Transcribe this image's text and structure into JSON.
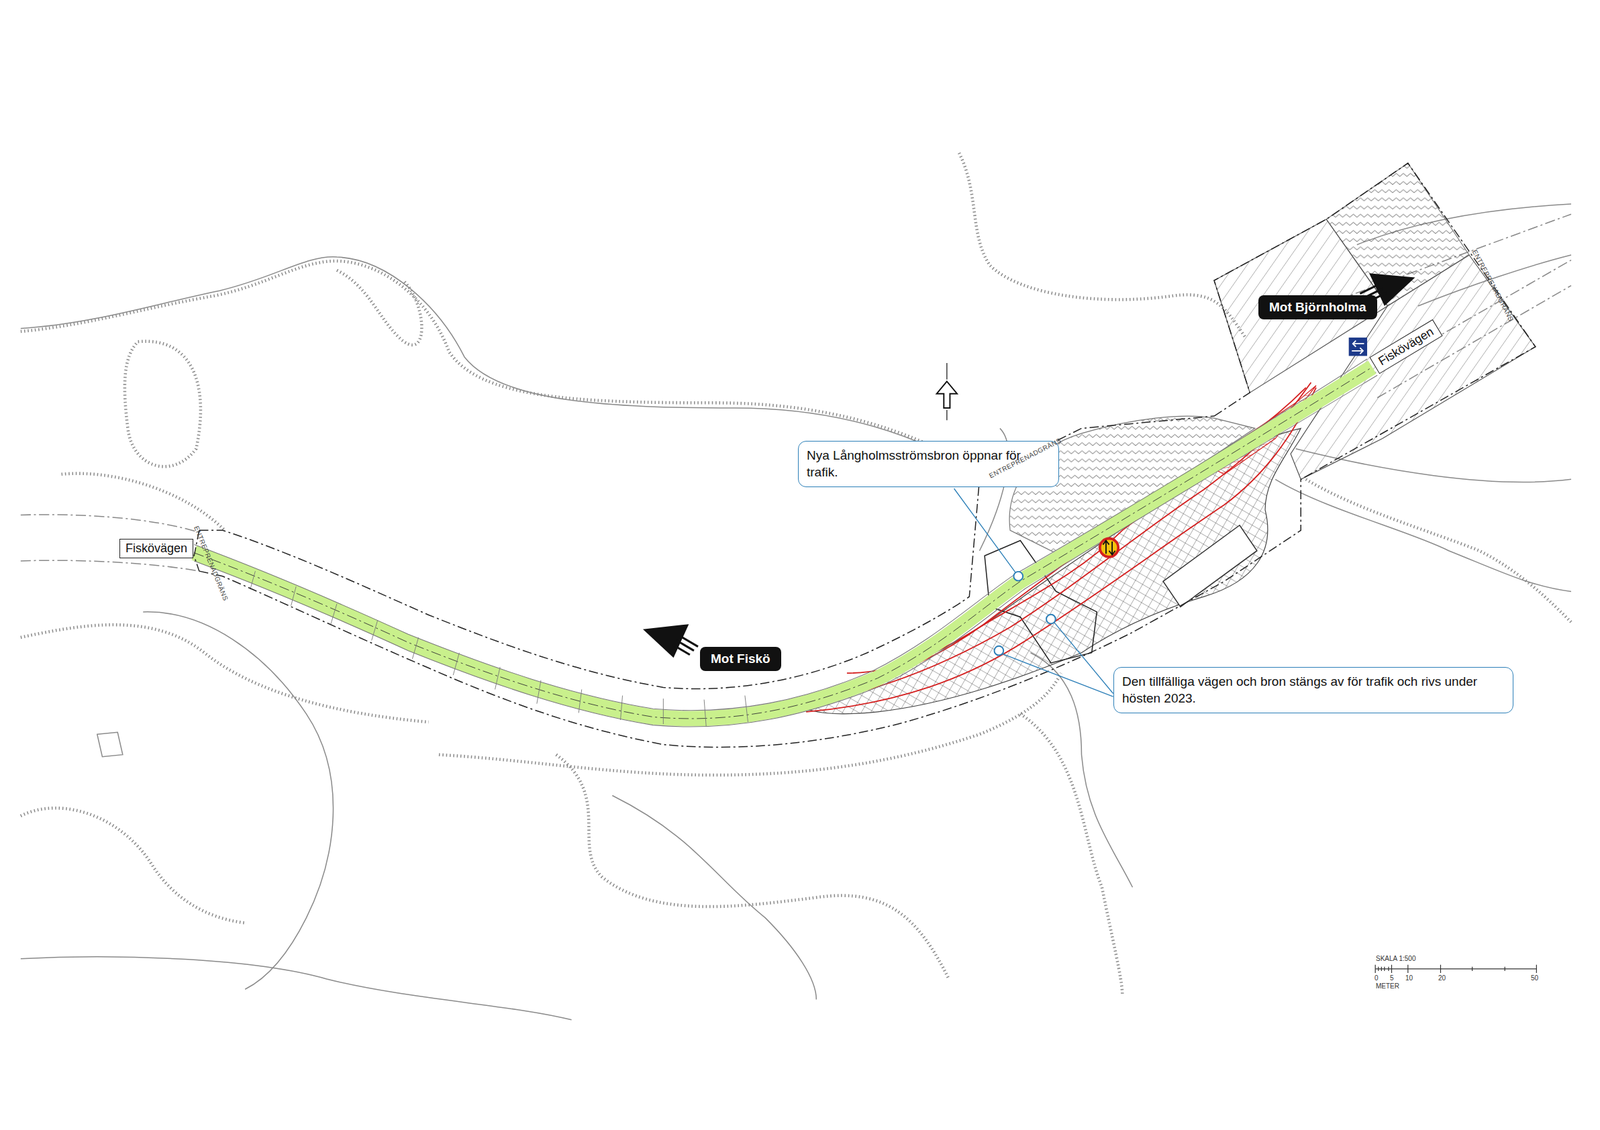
{
  "diagram": {
    "nodes": [
      {
        "text": [
          "Mot Björnholma"
        ]
      },
      {
        "text": [
          "Fiskövägen"
        ]
      },
      {
        "text": [
          "Nya Långholmsströmsbron öppnar för trafik."
        ]
      },
      {
        "text": [
          "Fiskövägen"
        ]
      },
      {
        "text": [
          "Mot Fiskö"
        ]
      },
      {
        "text": [
          "Den tillfälliga vägen och bron stängs av för trafik och rivs under hösten 2023."
        ]
      }
    ],
    "labels": [
      "ENTREPRENADGRÄNS",
      "ENTREPRENADGRÄNS",
      "ENTREPRENADGRÄNS",
      "SKALA 1:500",
      "0",
      "5",
      "10",
      "20",
      "50",
      "METER"
    ]
  }
}
